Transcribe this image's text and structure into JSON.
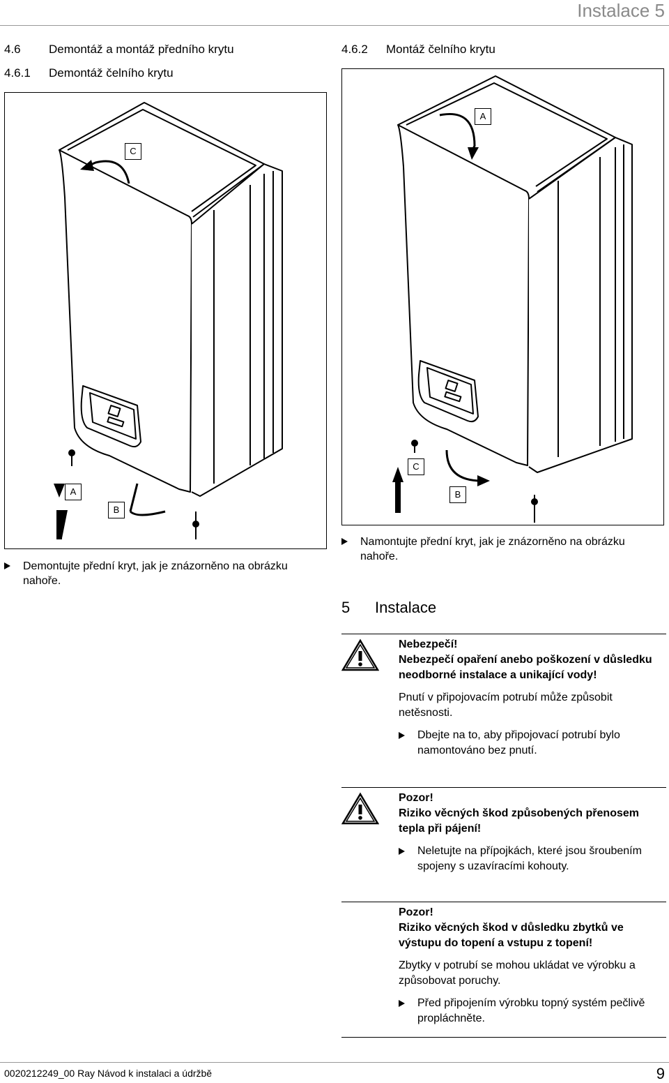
{
  "header": {
    "chapter": "Instalace 5"
  },
  "left": {
    "section_num": "4.6",
    "section_title": "Demontáž a montáž předního krytu",
    "sub_num": "4.6.1",
    "sub_title": "Demontáž čelního krytu",
    "figure_labels": {
      "A": "A",
      "B": "B",
      "C": "C"
    },
    "bullet": "Demontujte přední kryt, jak je znázorněno na obrázku nahoře."
  },
  "right": {
    "sub_num": "4.6.2",
    "sub_title": "Montáž čelního krytu",
    "figure_labels": {
      "A": "A",
      "B": "B",
      "C": "C"
    },
    "bullet": "Namontujte přední kryt, jak je znázorněno na obrázku nahoře."
  },
  "chapter5": {
    "num": "5",
    "title": "Instalace"
  },
  "warnings": [
    {
      "type": "danger",
      "title": "Nebezpečí!",
      "headline": "Nebezpečí opaření anebo poškození v důsledku neodborné instalace a unikající vody!",
      "text": "Pnutí v připojovacím potrubí může způsobit netěsnosti.",
      "action": "Dbejte na to, aby připojovací potrubí bylo namontováno bez pnutí."
    },
    {
      "type": "caution",
      "title": "Pozor!",
      "headline": "Riziko věcných škod způsobených přenosem tepla při pájení!",
      "action": "Neletujte na přípojkách, které jsou šroubením spojeny s uzavíracími kohouty."
    },
    {
      "type": "caution",
      "title": "Pozor!",
      "headline": "Riziko věcných škod v důsledku zbytků ve výstupu do topení a vstupu z topení!",
      "text": "Zbytky v potrubí se mohou ukládat ve výrobku a způsobovat poruchy.",
      "action": "Před připojením výrobku topný systém pečlivě propláchněte."
    }
  ],
  "footer": {
    "doc": "0020212249_00 Ray Návod k instalaci a údržbě",
    "page": "9"
  }
}
